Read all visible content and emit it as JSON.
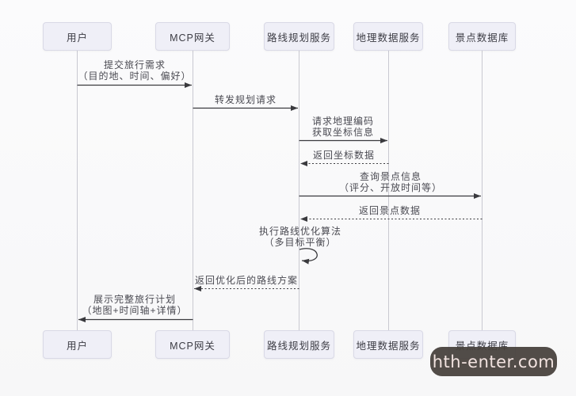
{
  "diagram_type": "sequence-diagram",
  "actors": [
    {
      "label": "用户"
    },
    {
      "label": "MCP网关"
    },
    {
      "label": "路线规划服务"
    },
    {
      "label": "地理数据服务"
    },
    {
      "label": "景点数据库"
    }
  ],
  "messages": [
    {
      "from": "用户",
      "to": "MCP网关",
      "style": "solid",
      "line1": "提交旅行需求",
      "line2": "（目的地、时间、偏好）"
    },
    {
      "from": "MCP网关",
      "to": "路线规划服务",
      "style": "solid",
      "line1": "转发规划请求",
      "line2": ""
    },
    {
      "from": "路线规划服务",
      "to": "地理数据服务",
      "style": "solid",
      "line1": "请求地理编码",
      "line2": "获取坐标信息"
    },
    {
      "from": "地理数据服务",
      "to": "路线规划服务",
      "style": "dashed",
      "line1": "返回坐标数据",
      "line2": ""
    },
    {
      "from": "路线规划服务",
      "to": "景点数据库",
      "style": "solid",
      "line1": "查询景点信息",
      "line2": "（评分、开放时间等）"
    },
    {
      "from": "景点数据库",
      "to": "路线规划服务",
      "style": "dashed",
      "line1": "返回景点数据",
      "line2": ""
    },
    {
      "from": "路线规划服务",
      "to": "路线规划服务",
      "style": "self-loop",
      "line1": "执行路线优化算法",
      "line2": "（多目标平衡）"
    },
    {
      "from": "路线规划服务",
      "to": "MCP网关",
      "style": "dashed",
      "line1": "返回优化后的路线方案",
      "line2": ""
    },
    {
      "from": "MCP网关",
      "to": "用户",
      "style": "solid",
      "line1": "展示完整旅行计划",
      "line2": "（地图+时间轴+详情）"
    }
  ],
  "watermark": {
    "text": "hth-enter.com"
  },
  "colors": {
    "background": "#fafafa",
    "actor_box_bg": "#efeff7",
    "actor_box_border": "#d9d9e6",
    "lifeline": "#c9c9d1",
    "arrow": "#3a3a3e",
    "label_text": "#4a4a52",
    "watermark_bg": "#46403b",
    "watermark_text": "#f2e2df"
  }
}
